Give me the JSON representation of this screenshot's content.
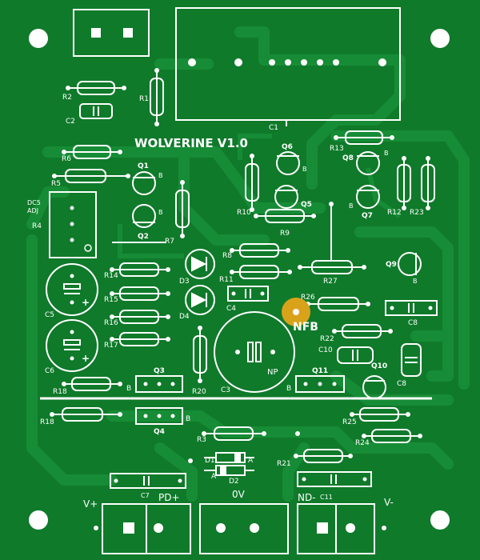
{
  "board": {
    "title": "WOLVERINE V1.0",
    "nfb_label": "NFB",
    "colors": {
      "board": "#0f7a2a",
      "trace": "#158a33",
      "silk": "#ffffff",
      "pad": "#d9a21b"
    }
  },
  "labels": {
    "R1": "R1",
    "R2": "R2",
    "R3": "R3",
    "R4": "R4",
    "R5": "R5",
    "R6": "R6",
    "R7": "R7",
    "R8": "R8",
    "R9": "R9",
    "R10": "R10",
    "R11": "R11",
    "R12": "R12",
    "R13": "R13",
    "R14": "R14",
    "R15": "R15",
    "R16": "R16",
    "R17": "R17",
    "R18a": "R18",
    "R18b": "R18",
    "R20": "R20",
    "R21": "R21",
    "R22": "R22",
    "R23": "R23",
    "R24": "R24",
    "R25": "R25",
    "R26": "R26",
    "R27": "R27",
    "C1": "C1",
    "C2": "C2",
    "C3": "C3",
    "C4": "C4",
    "C5": "C5",
    "C6": "C6",
    "C7": "C7",
    "C8a": "C8",
    "C8b": "C8",
    "C10": "C10",
    "C11": "C11",
    "Q1": "Q1",
    "Q2": "Q2",
    "Q3": "Q3",
    "Q4": "Q4",
    "Q5": "Q5",
    "Q6": "Q6",
    "Q7": "Q7",
    "Q8": "Q8",
    "Q9": "Q9",
    "Q10": "Q10",
    "Q11": "Q11",
    "D1": "D1",
    "D2": "D2",
    "D3": "D3",
    "D4": "D4",
    "dc": "DC5",
    "adj": "ADJ",
    "np": "NP",
    "A1": "A",
    "A2": "A",
    "B": "B",
    "vplus": "V+",
    "pd": "PD+",
    "zero": "0V",
    "nd": "ND-",
    "vminus": "V-"
  }
}
